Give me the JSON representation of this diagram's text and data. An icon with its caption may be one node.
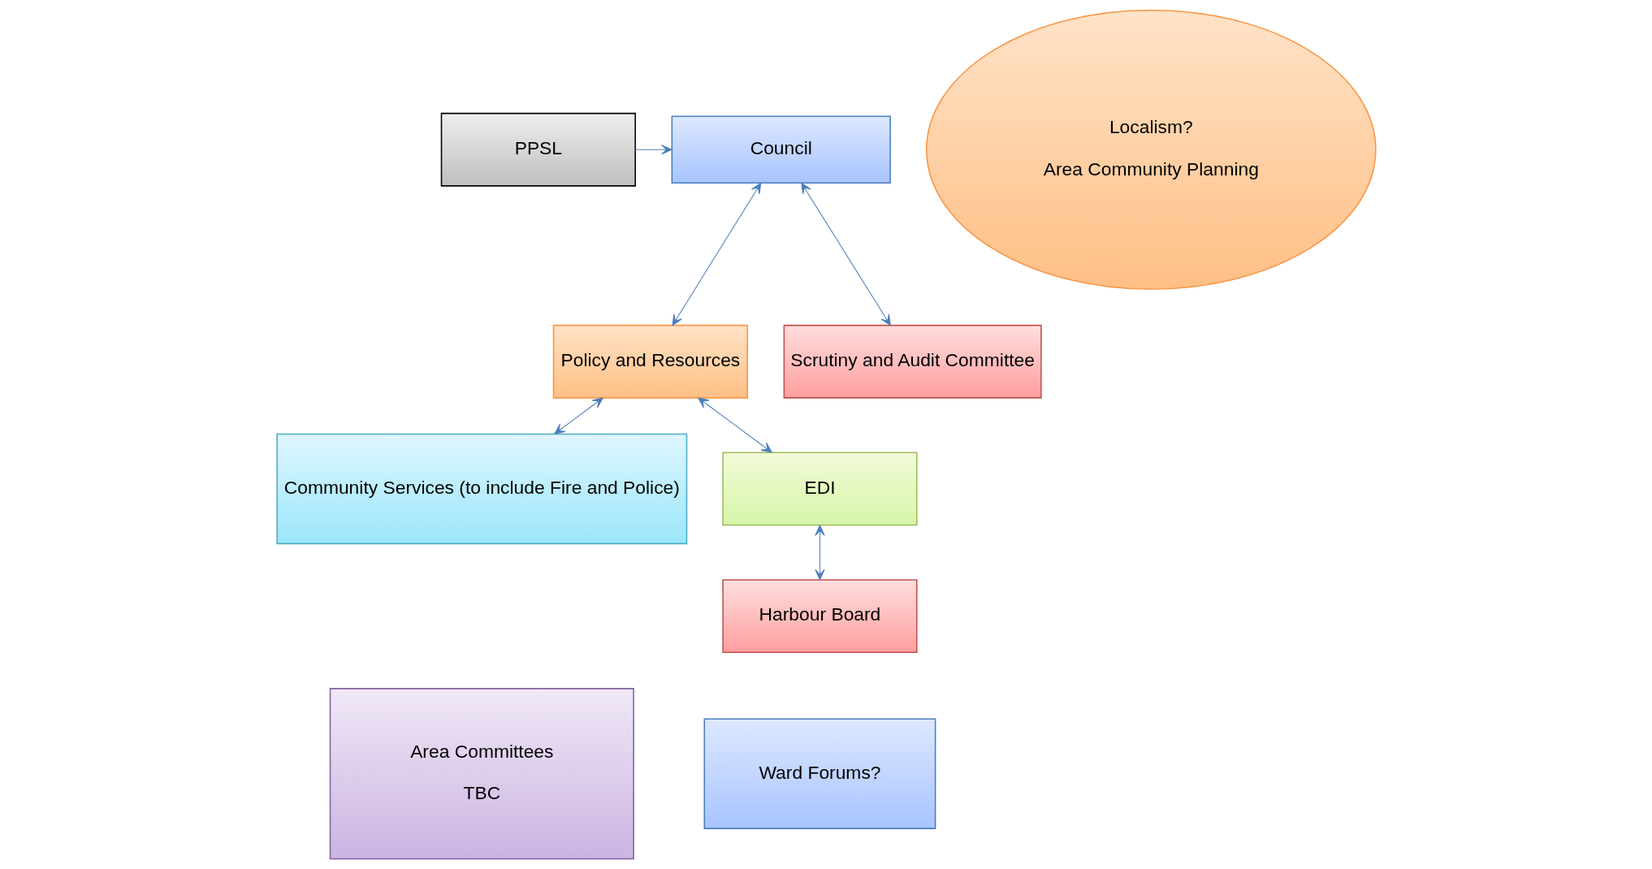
{
  "diagram": {
    "nodes": [
      {
        "text": [
          "PPSL"
        ]
      },
      {
        "text": [
          "Council"
        ]
      },
      {
        "text": [
          "Scrutiny and Audit Committee"
        ]
      },
      {
        "text": [
          "Policy and Resources"
        ]
      },
      {
        "text": [
          "Localism?",
          "Area Community Planning"
        ]
      },
      {
        "text": [
          "Community Services (to include Fire and Police)"
        ]
      },
      {
        "text": [
          "EDI"
        ]
      },
      {
        "text": [
          "Harbour Board"
        ]
      },
      {
        "text": [
          "Area Committees",
          "TBC"
        ]
      },
      {
        "text": [
          "Ward Forums?"
        ]
      }
    ],
    "edges": [
      {
        "from": 0,
        "to": 1,
        "arrow": "to"
      },
      {
        "from": 2,
        "to": 1,
        "arrow": "both"
      },
      {
        "from": 1,
        "to": 3,
        "arrow": "both"
      },
      {
        "from": 3,
        "to": 5,
        "arrow": "both"
      },
      {
        "from": 3,
        "to": 6,
        "arrow": "both"
      },
      {
        "from": 6,
        "to": 7,
        "arrow": "both"
      }
    ]
  }
}
